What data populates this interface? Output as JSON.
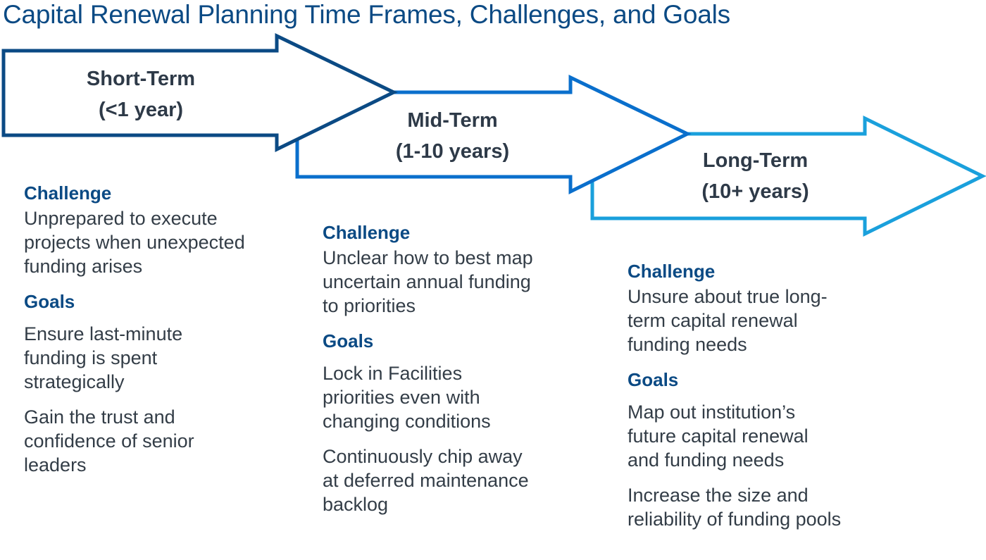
{
  "title": "Capital Renewal Planning Time Frames, Challenges, and Goals",
  "colors": {
    "short": "#0b4a84",
    "mid": "#0a6fcc",
    "long": "#1aa0dc"
  },
  "phases": [
    {
      "name": "Short-Term",
      "range": "(<1 year)",
      "challenge_label": "Challenge",
      "challenge": "Unprepared to execute projects when unexpected funding arises",
      "goals_label": "Goals",
      "goals": [
        "Ensure last-minute funding is spent strategically",
        "Gain the trust and confidence of senior leaders"
      ]
    },
    {
      "name": "Mid-Term",
      "range": "(1-10 years)",
      "challenge_label": "Challenge",
      "challenge": "Unclear how to best map uncertain annual funding to priorities",
      "goals_label": "Goals",
      "goals": [
        "Lock in Facilities priorities even with changing conditions",
        "Continuously chip away at deferred maintenance backlog"
      ]
    },
    {
      "name": "Long-Term",
      "range": "(10+ years)",
      "challenge_label": "Challenge",
      "challenge": "Unsure about true long-term capital renewal funding needs",
      "goals_label": "Goals",
      "goals": [
        "Map out institution’s future capital renewal and funding needs",
        "Increase the size and reliability of funding pools"
      ]
    }
  ]
}
